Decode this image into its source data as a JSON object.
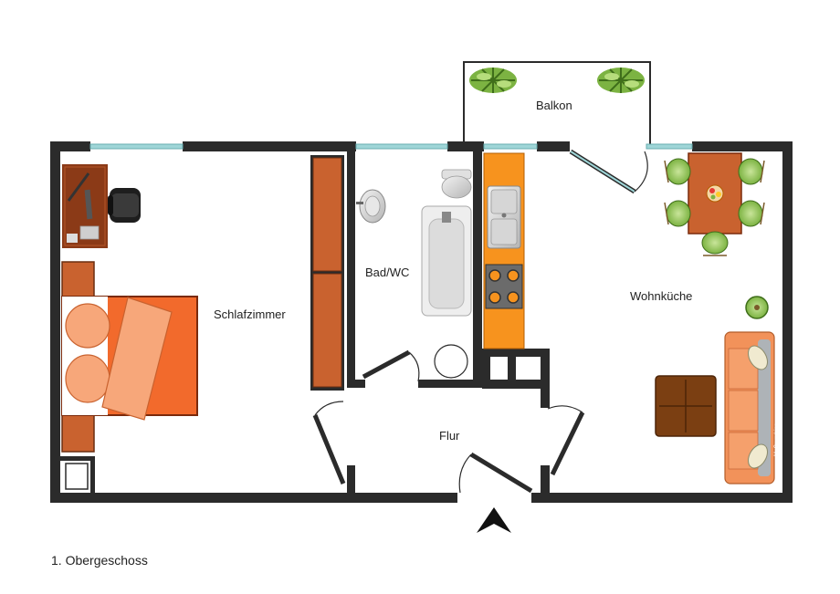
{
  "rooms": {
    "balcony": "Balkon",
    "bedroom": "Schlafzimmer",
    "bathroom": "Bad/WC",
    "living_kitchen": "Wohnküche",
    "hallway": "Flur"
  },
  "floor_label": "1. Obergeschoss",
  "credit": "McGrundriss",
  "colors": {
    "wall": "#2b2b2b",
    "window": "#9fd6d8",
    "wood": "#c9622f",
    "kitchen": "#f7931e",
    "bed": "#f26a2c",
    "sofa": "#f2925a",
    "plant": "#6aa832"
  },
  "icons": {
    "north_arrow": "north-arrow-icon"
  }
}
